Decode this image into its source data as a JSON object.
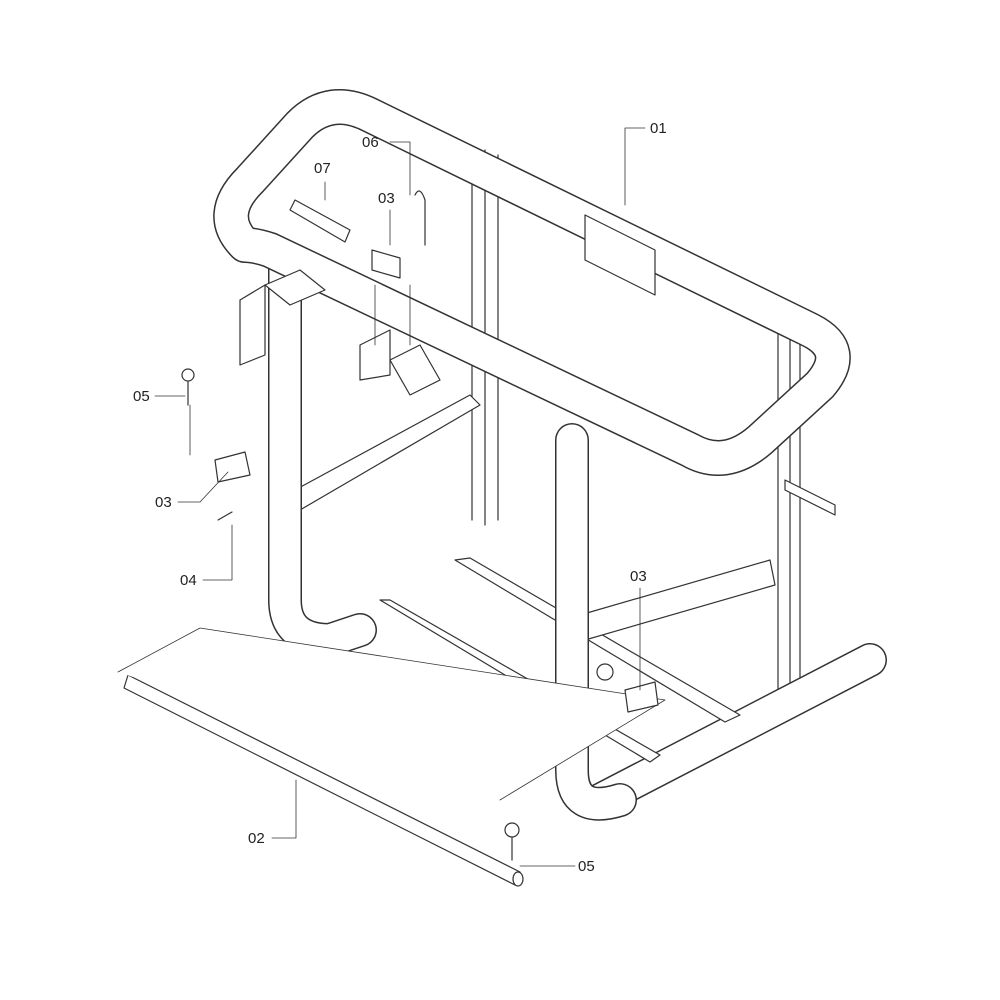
{
  "diagram": {
    "type": "exploded parts view",
    "labels": [
      {
        "id": "01",
        "text": "01"
      },
      {
        "id": "06",
        "text": "06"
      },
      {
        "id": "07",
        "text": "07"
      },
      {
        "id": "03a",
        "text": "03"
      },
      {
        "id": "05a",
        "text": "05"
      },
      {
        "id": "03b",
        "text": "03"
      },
      {
        "id": "04",
        "text": "04"
      },
      {
        "id": "03c",
        "text": "03"
      },
      {
        "id": "02",
        "text": "02"
      },
      {
        "id": "05b",
        "text": "05"
      }
    ]
  }
}
